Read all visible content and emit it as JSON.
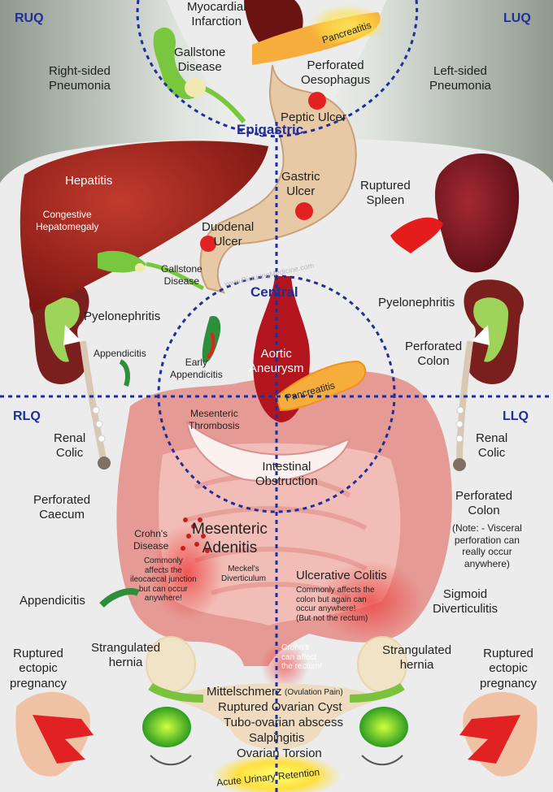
{
  "quadrants": {
    "ruq": "RUQ",
    "luq": "LUQ",
    "rlq": "RLQ",
    "llq": "LLQ"
  },
  "zones": {
    "epigastric": "Epigastric",
    "central": "Central"
  },
  "labels": {
    "myocardial_infarction": "Myocardial\nInfarction",
    "gallstone_disease_top": "Gallstone\nDisease",
    "pancreatitis_top": "Pancreatitis",
    "perforated_oesophagus": "Perforated\nOesophagus",
    "right_sided_pneumonia": "Right-sided\nPneumonia",
    "left_sided_pneumonia": "Left-sided\nPneumonia",
    "peptic_ulcer": "Peptic Ulcer",
    "hepatitis": "Hepatitis",
    "congestive_hepatomegaly": "Congestive\nHepatomegaly",
    "gastric_ulcer": "Gastric\nUlcer",
    "ruptured_spleen": "Ruptured\nSpleen",
    "duodenal_ulcer": "Duodenal\nUlcer",
    "gallstone_disease_mid": "Gallstone\nDisease",
    "watermark": "www.PicturingMedicine.com",
    "pyelonephritis_right": "Pyelonephritis",
    "pyelonephritis_left": "Pyelonephritis",
    "appendicitis_top": "Appendicitis",
    "early_appendicitis": "Early\nAppendicitis",
    "aortic_aneurysm": "Aortic\nAneurysm",
    "perforated_colon_top": "Perforated\nColon",
    "pancreatitis_central": "Pancreatitis",
    "mesenteric_thrombosis": "Mesenteric\nThrombosis",
    "renal_colic_right": "Renal\nColic",
    "renal_colic_left": "Renal\nColic",
    "intestinal_obstruction": "Intestinal\nObstruction",
    "perforated_caecum": "Perforated\nCaecum",
    "perforated_colon_bottom": "Perforated\nColon",
    "visceral_note": "(Note: - Visceral\nperforation can\nreally occur\nanywhere)",
    "crohns_disease": "Crohn's\nDisease",
    "crohns_note": "Commonly\naffects the\nileocaecal junction\nbut can occur\nanywhere!",
    "mesenteric_adenitis": "Mesenteric\nAdenitis",
    "meckels_diverticulum": "Meckel's\nDiverticulum",
    "ulcerative_colitis": "Ulcerative Colitis",
    "uc_note": "Commonly affects the\ncolon but again can\noccur anywhere!\n(But not the rectum)",
    "appendicitis_bottom": "Appendicitis",
    "sigmoid_diverticulitis": "Sigmoid\nDiverticulitis",
    "ruptured_ectopic_right": "Ruptured\nectopic\npregnancy",
    "ruptured_ectopic_left": "Ruptured\nectopic\npregnancy",
    "strangulated_hernia_right": "Strangulated\nhernia",
    "strangulated_hernia_left": "Strangulated\nhernia",
    "crohns_rectum": "Crohn's\ncan affect\nthe rectum!",
    "mittelschmerz": "Mittelschmerz",
    "ovulation_pain": "(Ovulation Pain)",
    "ruptured_ovarian_cyst": "Ruptured Ovarian Cyst",
    "tubo_ovarian_abscess": "Tubo-ovarian abscess",
    "salpingitis": "Salpingitis",
    "ovarian_torsion": "Ovarian Torsion",
    "acute_urinary_retention": "Acute Urinary Retention"
  },
  "colors": {
    "divider": "#1f2f9a",
    "liver": "#a3241e",
    "stomach": "#e8c9a6",
    "pancreas": "#f2a43a",
    "intestine": "#e69a95",
    "spleen": "#7e1a22",
    "gallbladder": "#79c63f"
  }
}
